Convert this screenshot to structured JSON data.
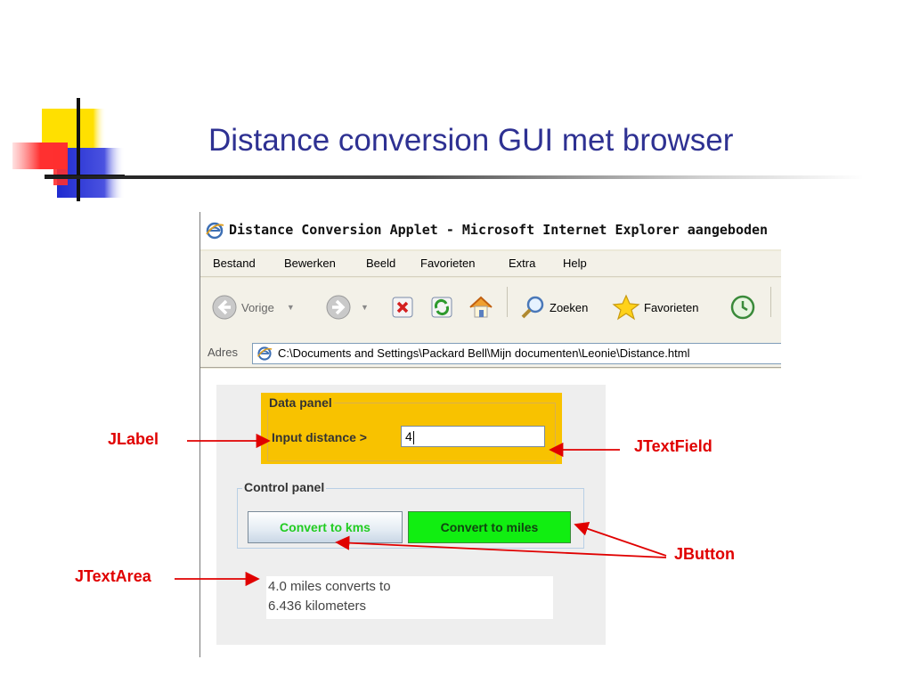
{
  "slide": {
    "title": "Distance conversion GUI met browser"
  },
  "browser": {
    "window_title": "Distance Conversion Applet - Microsoft Internet Explorer aangeboden",
    "menu": [
      "Bestand",
      "Bewerken",
      "Beeld",
      "Favorieten",
      "Extra",
      "Help"
    ],
    "toolbar": {
      "back_label": "Vorige",
      "search_label": "Zoeken",
      "favorites_label": "Favorieten"
    },
    "address_label": "Adres",
    "address_value": "C:\\Documents and Settings\\Packard Bell\\Mijn documenten\\Leonie\\Distance.html"
  },
  "applet": {
    "data_panel_title": "Data panel",
    "input_label": "Input distance >",
    "input_value": "4",
    "control_panel_title": "Control panel",
    "button_kms": "Convert to kms",
    "button_miles": "Convert to miles",
    "output_line1": "4.0 miles converts to",
    "output_line2": "6.436 kilometers"
  },
  "annotations": {
    "jlabel": "JLabel",
    "jtextfield": "JTextField",
    "jbutton": "JButton",
    "jtextarea": "JTextArea",
    "color": "#e00000"
  },
  "colors": {
    "title": "#2e3192",
    "data_panel": "#f8c200",
    "miles_button": "#11ee11"
  }
}
